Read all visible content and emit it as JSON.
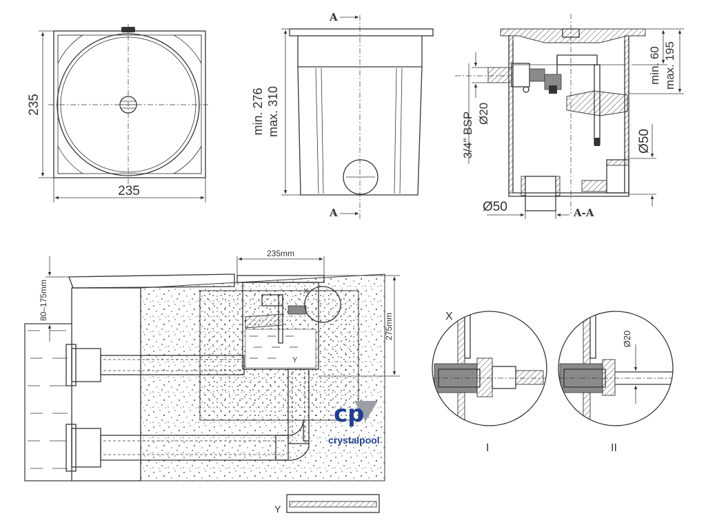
{
  "top_view": {
    "dim_width": "235",
    "dim_height": "235"
  },
  "front_view": {
    "dim_height": "min. 276\nmax. 310",
    "dim_height_line1": "min. 276",
    "dim_height_line2": "max. 310",
    "section_mark": "A"
  },
  "section_view": {
    "dim_top_line1": "min. 60",
    "dim_top_line2": "max. 195",
    "dim_side_pipe": "Ø50",
    "dim_bottom_pipe": "Ø50",
    "dim_inlet": "Ø20",
    "dim_thread": "3/4\" BSP",
    "section_label": "A-A"
  },
  "installation": {
    "dim_width": "235mm",
    "dim_depth": "275mm",
    "dim_water_level": "80–175mm",
    "callout_x": "X",
    "callout_y": "Y"
  },
  "detail_x": {
    "title": "X",
    "variant_1": "I",
    "variant_2": "II",
    "dim_pipe": "Ø20"
  },
  "detail_y": {
    "title": "Y"
  },
  "logo": {
    "mark": "cp",
    "brand": "crystalpool"
  },
  "colors": {
    "line": "#333333",
    "logo_blue": "#1f3f8f",
    "logo_grey": "#9aa0a6"
  }
}
